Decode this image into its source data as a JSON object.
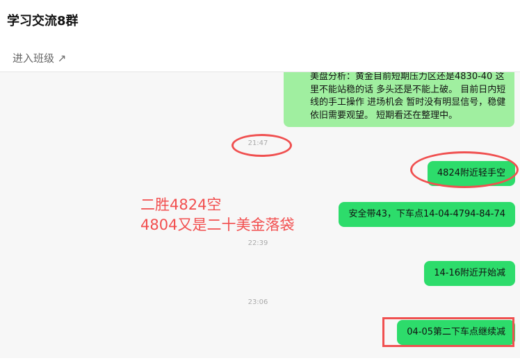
{
  "header": {
    "title": "学习交流8群",
    "enter_label": "进入班级",
    "enter_icon": "arrow-up-right-icon"
  },
  "messages": [
    {
      "type": "text",
      "text": "美盘分析：黄金目前短期压力区还是4830-40 这里不能站稳的话  多头还是不能上破。 目前日内短线的手工操作 进场机会 暂时没有明显信号，稳健依旧需要观望。 短期看还在整理中。",
      "color": "#a0efa0"
    },
    {
      "type": "time",
      "text": "21:47"
    },
    {
      "type": "text",
      "text": "4824附近轻手空",
      "color": "#2ddc6b"
    },
    {
      "type": "text",
      "text": "安全带43，下车点14-04-4794-84-74",
      "color": "#2ddc6b"
    },
    {
      "type": "time",
      "text": "22:39"
    },
    {
      "type": "text",
      "text": "14-16附近开始减",
      "color": "#2ddc6b"
    },
    {
      "type": "time",
      "text": "23:06"
    },
    {
      "type": "text",
      "text": "04-05第二下车点继续减",
      "color": "#2ddc6b"
    }
  ],
  "annotation": {
    "line1": "二胜4824空",
    "line2": "4804又是二十美金落袋",
    "color": "#f24e4e"
  }
}
